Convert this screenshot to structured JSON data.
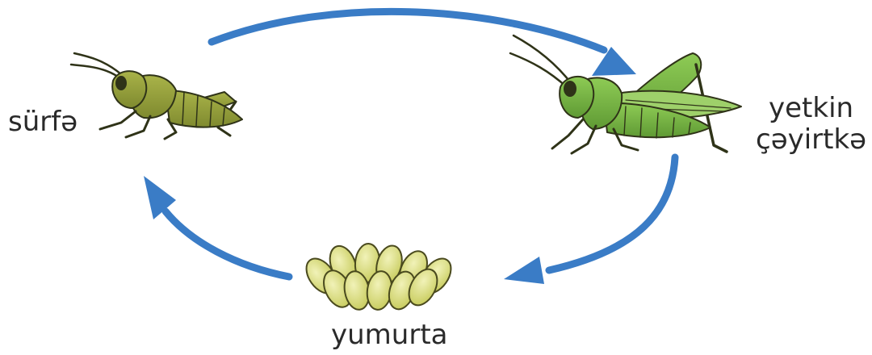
{
  "diagram": {
    "stages": {
      "larva": "sürfə",
      "adult_line1": "yetkin",
      "adult_line2": "çəyirtkə",
      "eggs": "yumurta"
    },
    "colors": {
      "arrow": "#3a7cc6",
      "larva_body": "#9aa63f",
      "adult_body": "#7dbb4a",
      "egg": "#d7da7a",
      "outline": "#2f3318"
    }
  }
}
